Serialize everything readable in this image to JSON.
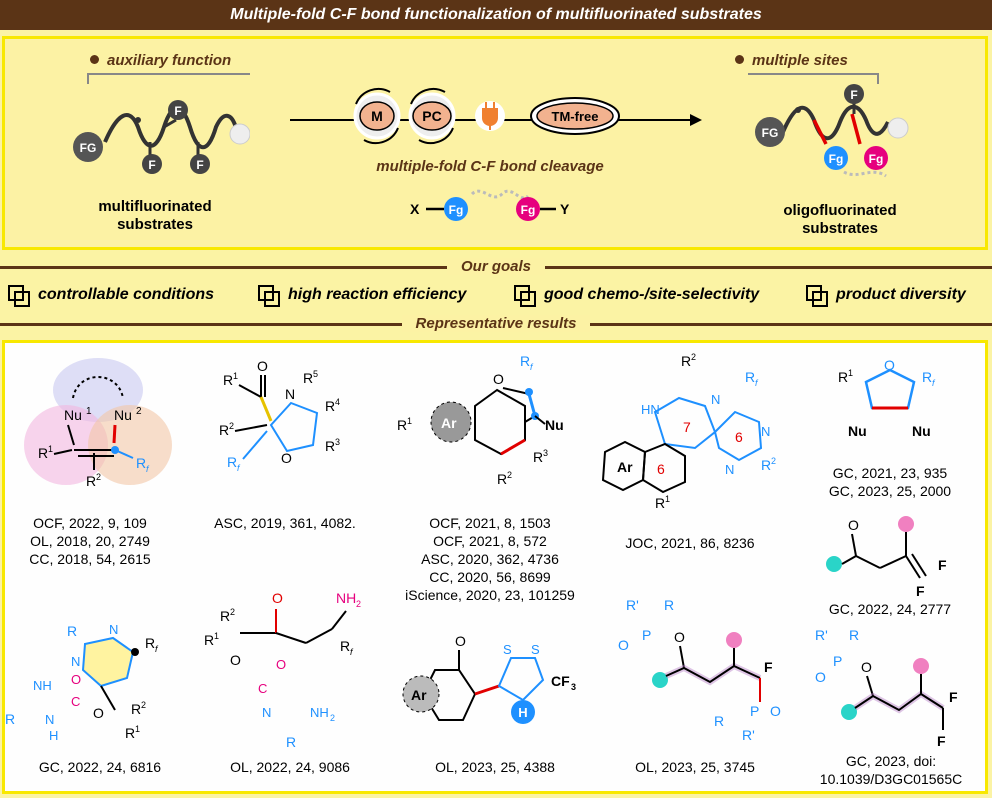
{
  "header": {
    "title": "Multiple-fold C-F bond functionalization of multifluorinated substrates"
  },
  "top": {
    "left_title": "auxiliary function",
    "right_title": "multiple sites",
    "left_label": [
      "multifluorinated",
      "substrates"
    ],
    "right_label": [
      "oligofluorinated",
      "substrates"
    ],
    "center_caption": "multiple-fold C-F bond cleavage",
    "catalysts": [
      "M",
      "PC",
      "TM-free"
    ],
    "reagents": {
      "x": "X",
      "y": "Y",
      "fg": "Fg"
    },
    "atoms": {
      "fg": "FG",
      "f": "F"
    }
  },
  "sections": {
    "goals": "Our goals",
    "results": "Representative results"
  },
  "goals": [
    "controllable conditions",
    "high reaction efficiency",
    "good chemo-/site-selectivity",
    "product diversity"
  ],
  "references": {
    "r1": [
      "OCF, 2022, 9, 109",
      "OL, 2018, 20, 2749",
      "CC, 2018, 54, 2615"
    ],
    "r2": [
      "ASC, 2019, 361, 4082."
    ],
    "r3": [
      "OCF, 2021, 8, 1503",
      "OCF, 2021, 8, 572",
      "ASC, 2020, 362, 4736",
      "CC, 2020, 56, 8699",
      "iScience, 2020, 23, 101259"
    ],
    "r4": [
      "JOC, 2021, 86, 8236"
    ],
    "r5": [
      "GC, 2021, 23, 935",
      "GC, 2023, 25, 2000"
    ],
    "r6": [
      "GC, 2022, 24, 2777"
    ],
    "r7": [
      "GC, 2022, 24, 6816"
    ],
    "r8": [
      "OL, 2022, 24, 9086"
    ],
    "r9": [
      "OL, 2023, 25, 4388"
    ],
    "r10": [
      "OL, 2023, 25, 3745"
    ],
    "r11": [
      "GC, 2023, doi:",
      "10.1039/D3GC01565C"
    ]
  },
  "colors": {
    "brown": "#5b3416",
    "yellow": "#f8e800",
    "blue": "#1e90ff",
    "magenta": "#e6007e",
    "red": "#e10000",
    "teal": "#2ad4c8",
    "pink": "#f080c0"
  }
}
